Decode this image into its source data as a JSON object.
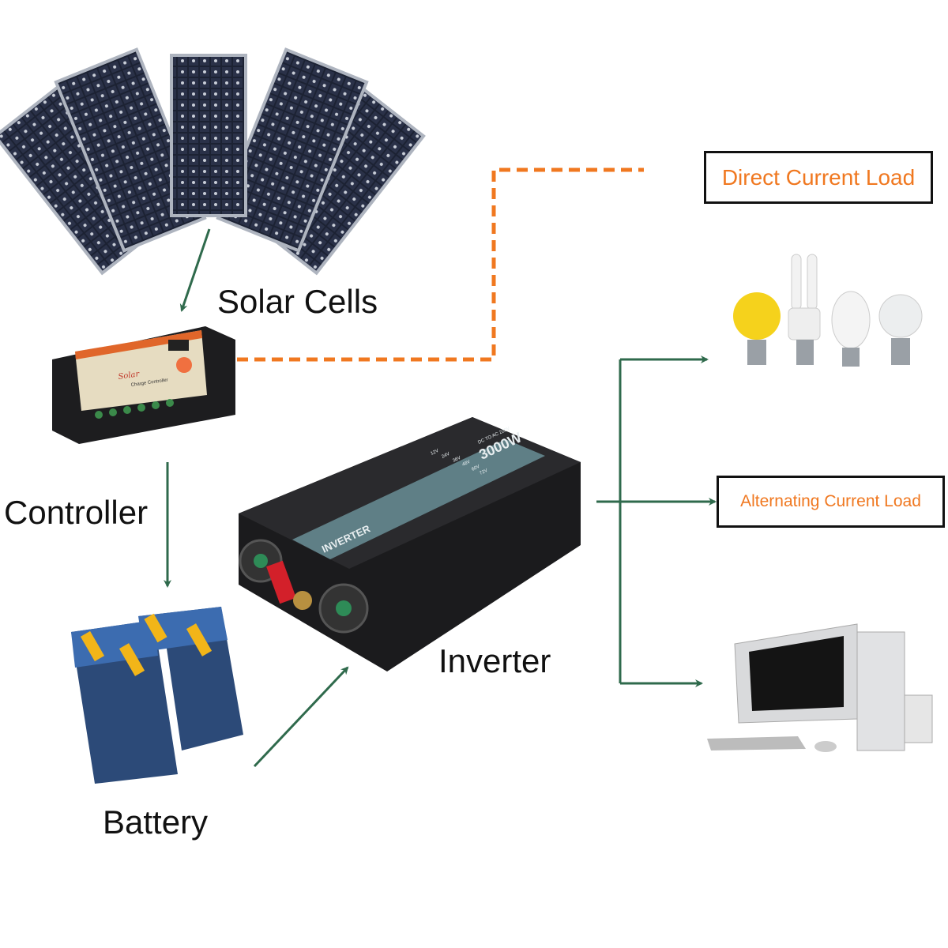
{
  "labels": {
    "solar_cells": "Solar Cells",
    "controller": "Controller",
    "battery": "Battery",
    "inverter": "Inverter",
    "dc_load": "Direct Current Load",
    "ac_load": "Alternating Current Load"
  },
  "product_text": {
    "controller_brand": "Solar",
    "controller_sub": "Charge Controller",
    "inverter_name": "INVERTER",
    "inverter_power": "3000W",
    "inverter_spec": "DC TO AC 220V",
    "inverter_voltages": [
      "12V",
      "24V",
      "36V",
      "48V",
      "60V",
      "72V"
    ]
  },
  "colors": {
    "flow_arrow": "#2f6a4c",
    "dc_line": "#f07820",
    "load_text": "#f07820"
  }
}
